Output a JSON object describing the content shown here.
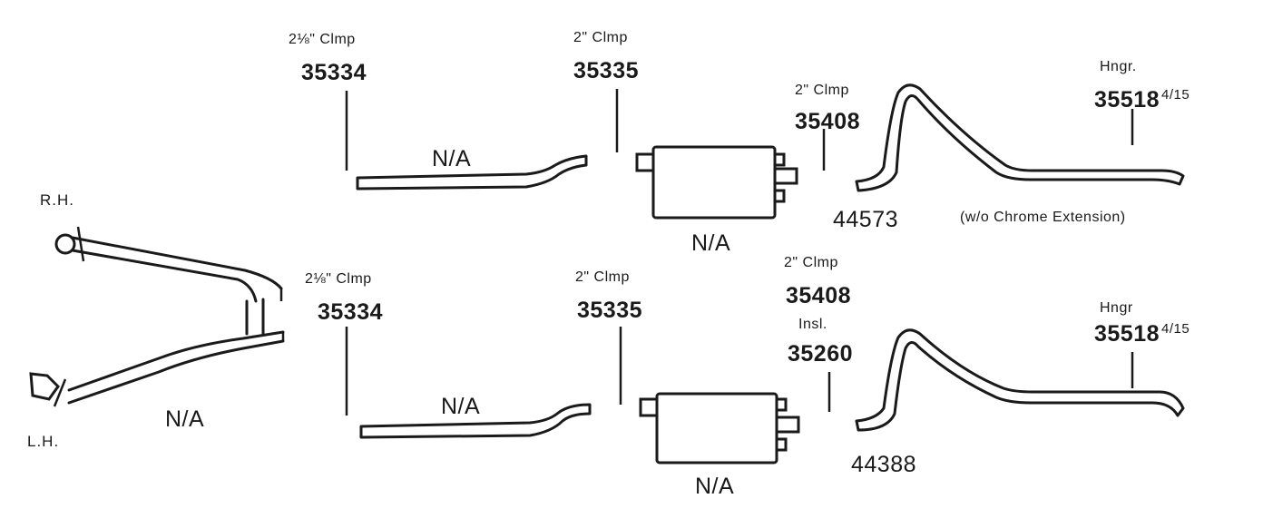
{
  "labels": {
    "rh": "R.H.",
    "lh": "L.H.",
    "ypipe_na": "N/A",
    "top": {
      "clamp1_desc": "2⅛\" Clmp",
      "clamp1_num": "35334",
      "pipe_na": "N/A",
      "clamp2_desc": "2\" Clmp",
      "clamp2_num": "35335",
      "muffler_na": "N/A",
      "clamp3_desc": "2\" Clmp",
      "clamp3_num": "35408",
      "tailpipe_num": "44573",
      "tailpipe_note": "(w/o Chrome Extension)",
      "hanger_desc": "Hngr.",
      "hanger_num": "35518",
      "hanger_qty": "4/15"
    },
    "bottom": {
      "clamp1_desc": "2⅛\" Clmp",
      "clamp1_num": "35334",
      "pipe_na": "N/A",
      "clamp2_desc": "2\" Clmp",
      "clamp2_num": "35335",
      "muffler_na": "N/A",
      "clamp3_desc": "2\" Clmp",
      "clamp3_num": "35408",
      "insl_desc": "Insl.",
      "insl_num": "35260",
      "tailpipe_num": "44388",
      "hanger_desc": "Hngr",
      "hanger_num": "35518",
      "hanger_qty": "4/15"
    }
  }
}
